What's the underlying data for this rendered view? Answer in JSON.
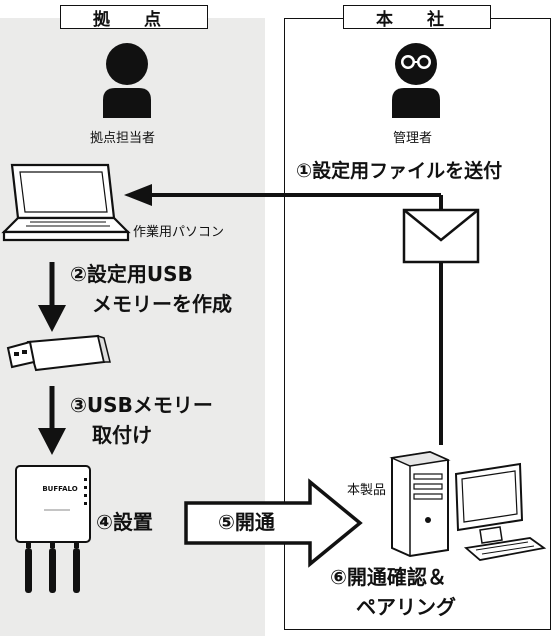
{
  "panels": {
    "branch": {
      "title": "拠 点"
    },
    "hq": {
      "title": "本 社"
    }
  },
  "labels": {
    "branch_person": "拠点担当者",
    "admin": "管理者",
    "laptop": "作業用パソコン",
    "product": "本製品"
  },
  "steps": {
    "s1": "①設定用ファイルを送付",
    "s2_line1": "②設定用USB",
    "s2_line2": "メモリーを作成",
    "s3_line1": "③USBメモリー",
    "s3_line2": "取付け",
    "s4": "④設置",
    "s5": "⑤開通",
    "s6_line1": "⑥開通確認＆",
    "s6_line2": "ペアリング"
  },
  "device_text": {
    "brand": "BUFFALO"
  },
  "colors": {
    "branch_bg": "#ebebea",
    "ink": "#111111",
    "white": "#ffffff"
  },
  "icons": [
    "person-icon",
    "person-glasses-icon",
    "laptop-icon",
    "envelope-icon",
    "usb-stick-icon",
    "router-icon",
    "desktop-pc-icon"
  ]
}
